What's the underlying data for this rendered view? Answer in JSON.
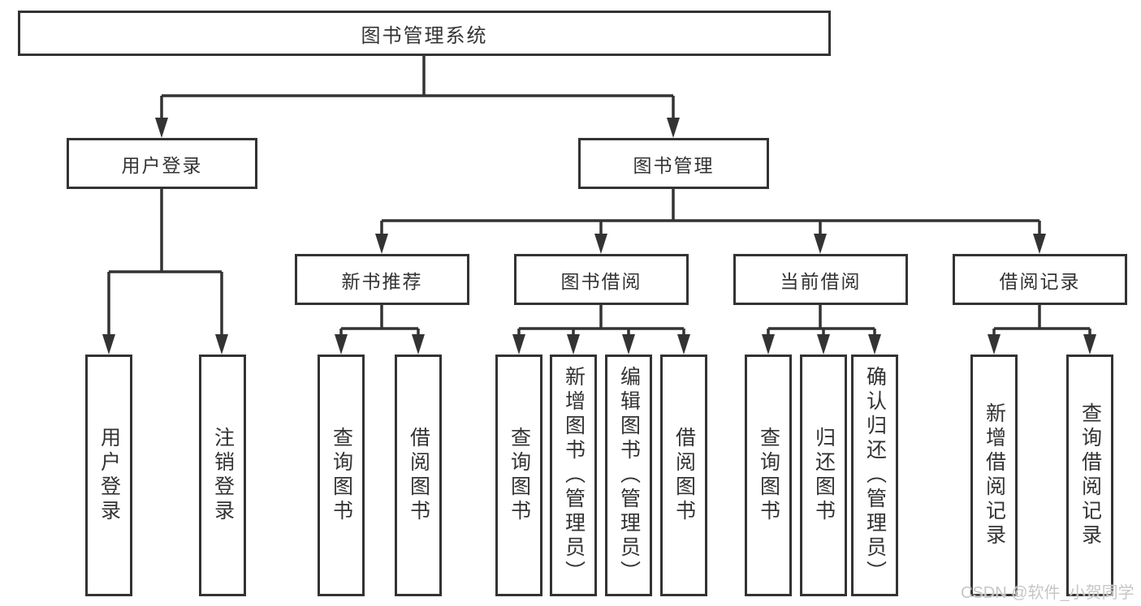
{
  "diagram": {
    "root": {
      "label": "图书管理系统"
    },
    "login_branch": {
      "label": "用户登录",
      "children": [
        {
          "label": "用户登录"
        },
        {
          "label": "注销登录"
        }
      ]
    },
    "mgmt_branch": {
      "label": "图书管理",
      "groups": [
        {
          "label": "新书推荐",
          "children": [
            {
              "label": "查询图书"
            },
            {
              "label": "借阅图书"
            }
          ]
        },
        {
          "label": "图书借阅",
          "children": [
            {
              "label": "查询图书"
            },
            {
              "label": "新增图书（管理员）"
            },
            {
              "label": "编辑图书（管理员）"
            },
            {
              "label": "借阅图书"
            }
          ]
        },
        {
          "label": "当前借阅",
          "children": [
            {
              "label": "查询图书"
            },
            {
              "label": "归还图书"
            },
            {
              "label": "确认归还（管理员）"
            }
          ]
        },
        {
          "label": "借阅记录",
          "children": [
            {
              "label": "新增借阅记录"
            },
            {
              "label": "查询借阅记录"
            }
          ]
        }
      ]
    },
    "colors": {
      "line": "#333333",
      "text": "#333333",
      "background": "#ffffff",
      "watermark": "#c6c6c6"
    },
    "watermark": "CSDN @软件_小贺同学"
  }
}
